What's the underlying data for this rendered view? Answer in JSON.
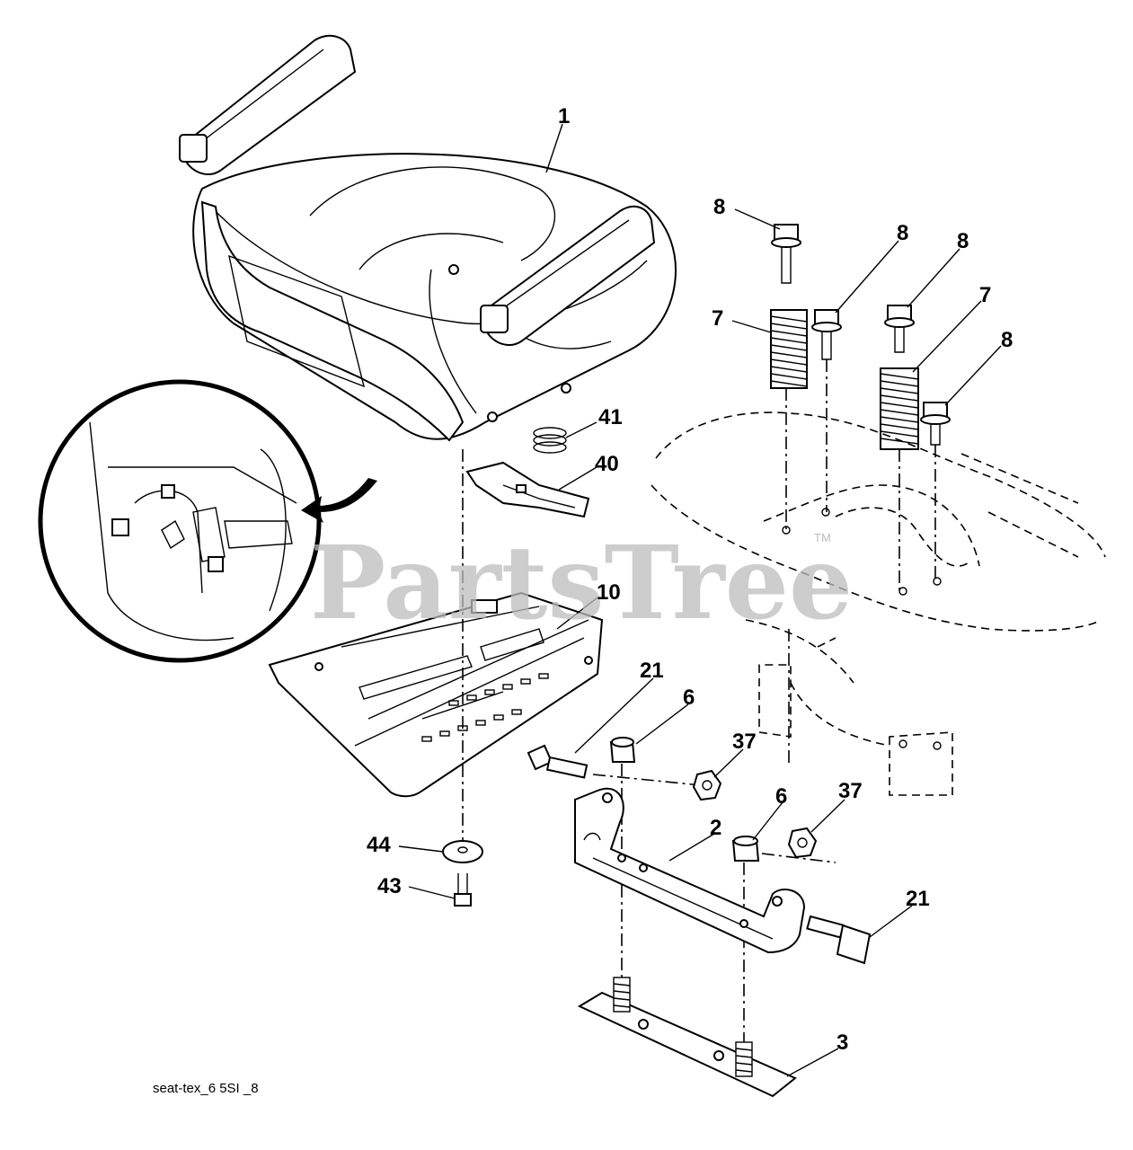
{
  "diagram": {
    "drawing_id": "seat-tex_6 5SI _8",
    "watermark": "PartsTree",
    "watermark_tm": "TM"
  },
  "callouts": [
    {
      "id": "c1",
      "label": "1"
    },
    {
      "id": "c8a",
      "label": "8"
    },
    {
      "id": "c8b",
      "label": "8"
    },
    {
      "id": "c8c",
      "label": "8"
    },
    {
      "id": "c7a",
      "label": "7"
    },
    {
      "id": "c7b",
      "label": "7"
    },
    {
      "id": "c8d",
      "label": "8"
    },
    {
      "id": "c41",
      "label": "41"
    },
    {
      "id": "c40",
      "label": "40"
    },
    {
      "id": "c10",
      "label": "10"
    },
    {
      "id": "c21a",
      "label": "21"
    },
    {
      "id": "c6a",
      "label": "6"
    },
    {
      "id": "c37a",
      "label": "37"
    },
    {
      "id": "c6b",
      "label": "6"
    },
    {
      "id": "c37b",
      "label": "37"
    },
    {
      "id": "c2",
      "label": "2"
    },
    {
      "id": "c44",
      "label": "44"
    },
    {
      "id": "c43",
      "label": "43"
    },
    {
      "id": "c21b",
      "label": "21"
    },
    {
      "id": "c3",
      "label": "3"
    }
  ]
}
